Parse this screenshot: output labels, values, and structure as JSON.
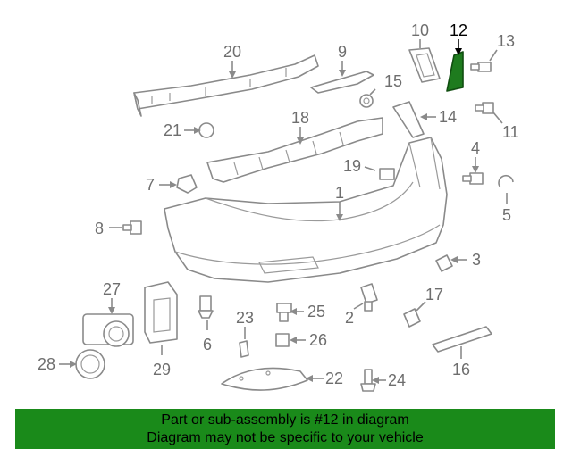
{
  "highlight_color": "#1a8a1a",
  "highlighted_part": "12",
  "callouts": {
    "p1": "1",
    "p2": "2",
    "p3": "3",
    "p4": "4",
    "p5": "5",
    "p6": "6",
    "p7": "7",
    "p8": "8",
    "p9": "9",
    "p10": "10",
    "p11": "11",
    "p12": "12",
    "p13": "13",
    "p14": "14",
    "p15": "15",
    "p16": "16",
    "p17": "17",
    "p18": "18",
    "p19": "19",
    "p20": "20",
    "p21": "21",
    "p22": "22",
    "p23": "23",
    "p24": "24",
    "p25": "25",
    "p26": "26",
    "p27": "27",
    "p28": "28",
    "p29": "29"
  },
  "banner": {
    "line1": "Part or sub-assembly is #12 in diagram",
    "line2": "Diagram may not be specific to your vehicle"
  }
}
